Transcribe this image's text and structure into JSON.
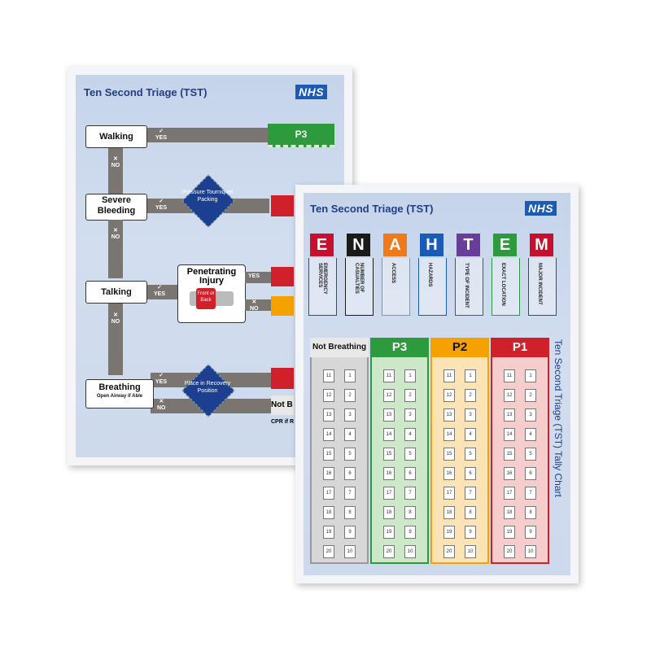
{
  "left_card": {
    "title": "Ten Second Triage (TST)",
    "logo": "NHS",
    "walking": "Walking",
    "severe_bleeding": "Severe Bleeding",
    "talking": "Talking",
    "breathing": "Breathing",
    "breathing_sub": "Open Airway if Able",
    "penetrating": "Penetrating Injury",
    "front_back": "Front or Back",
    "yes": "YES",
    "no": "NO",
    "p3": "P3",
    "bleed_diamond": "Pressure Tourniquet Packing",
    "recovery_diamond": "Place in Recovery Position",
    "not_breathing_partial": "Not B",
    "cpr_partial": "CPR if R"
  },
  "right_card": {
    "title": "Ten Second Triage (TST)",
    "logo": "NHS",
    "side_title": "Ten Second Triage (TST) Tally Chart",
    "ethane": [
      {
        "letter": "E",
        "label": "EMERGENCY SERVICES",
        "color": "#c8102e"
      },
      {
        "letter": "N",
        "label": "NUMBER OF CASUALTIES",
        "color": "#1a1a1a"
      },
      {
        "letter": "A",
        "label": "ACCESS",
        "color": "#f07a1a"
      },
      {
        "letter": "H",
        "label": "HAZARDS",
        "color": "#1a5bb8"
      },
      {
        "letter": "T",
        "label": "TYPE OF INCIDENT",
        "color": "#6a3d9a"
      },
      {
        "letter": "E",
        "label": "EXACT LOCATION",
        "color": "#2e9a3e"
      },
      {
        "letter": "M",
        "label": "MAJOR INCIDENT",
        "color": "#c8102e"
      }
    ],
    "columns": [
      {
        "label": "Not Breathing",
        "color": "#9a9a9a",
        "head_bg": "#e8e8e8",
        "head_fg": "#111111",
        "body_bg": "#d7d7d7"
      },
      {
        "label": "P3",
        "color": "#2e9a3e",
        "head_bg": "#2e9a3e",
        "head_fg": "#ffffff",
        "body_bg": "#cde8c8"
      },
      {
        "label": "P2",
        "color": "#f5a100",
        "head_bg": "#f5a100",
        "head_fg": "#111111",
        "body_bg": "#fbe3b5"
      },
      {
        "label": "P1",
        "color": "#d0202a",
        "head_bg": "#d0202a",
        "head_fg": "#ffffff",
        "body_bg": "#f6cdcd"
      }
    ],
    "left_numbers": [
      "11",
      "12",
      "13",
      "14",
      "15",
      "16",
      "17",
      "18",
      "19",
      "20"
    ],
    "right_numbers": [
      "1",
      "2",
      "3",
      "4",
      "5",
      "6",
      "7",
      "8",
      "9",
      "10"
    ]
  }
}
